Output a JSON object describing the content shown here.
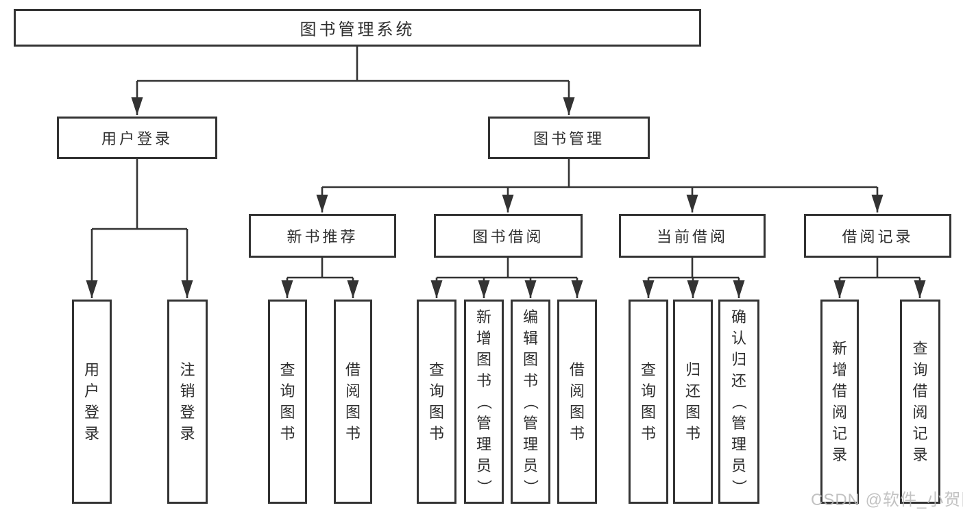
{
  "diagram": {
    "root": "图书管理系统",
    "level2": [
      "用户登录",
      "图书管理"
    ],
    "level3": [
      "新书推荐",
      "图书借阅",
      "当前借阅",
      "借阅记录"
    ],
    "leaves": {
      "login": [
        "用户登录",
        "注销登录"
      ],
      "newbook": [
        "查询图书",
        "借阅图书"
      ],
      "borrow": [
        "查询图书",
        "新增图书（管理员）",
        "编辑图书（管理员）",
        "借阅图书"
      ],
      "current": [
        "查询图书",
        "归还图书",
        "确认归还（管理员）"
      ],
      "record": [
        "新增借阅记录",
        "查询借阅记录"
      ]
    }
  },
  "watermark": "CSDN @软件_小贺同学",
  "colors": {
    "line": "#333333",
    "text": "#2f2f2f",
    "background": "#ffffff",
    "watermark": "#b8b8b8"
  }
}
